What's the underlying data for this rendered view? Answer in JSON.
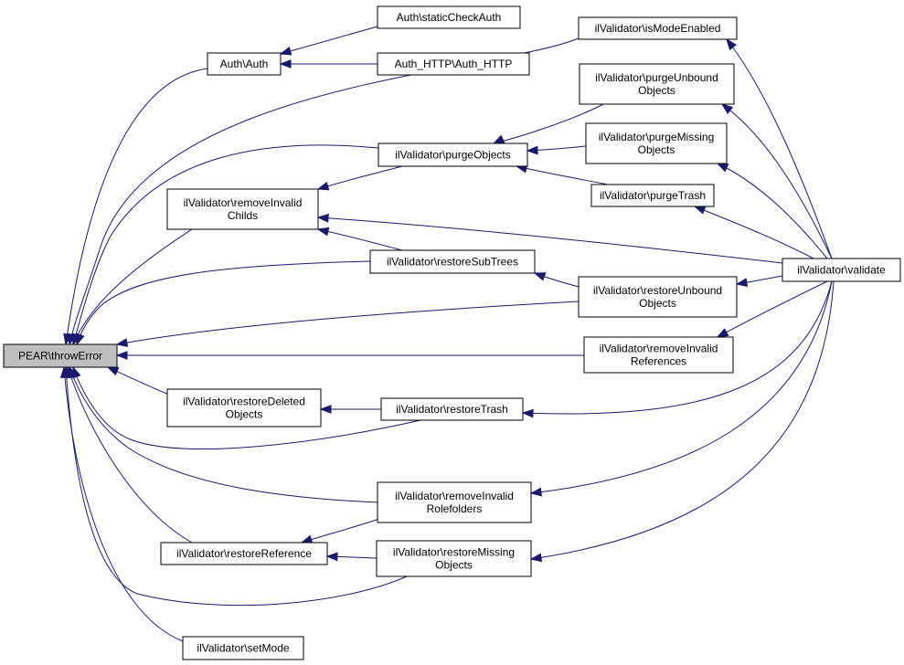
{
  "diagram": {
    "nodes": [
      {
        "id": "throwError",
        "lines": [
          "PEAR\\throwError"
        ],
        "root": true
      },
      {
        "id": "authAuth",
        "lines": [
          "Auth\\Auth"
        ]
      },
      {
        "id": "staticCheckAuth",
        "lines": [
          "Auth\\staticCheckAuth"
        ]
      },
      {
        "id": "authHttp",
        "lines": [
          "Auth_HTTP\\Auth_HTTP"
        ]
      },
      {
        "id": "isModeEnabled",
        "lines": [
          "ilValidator\\isModeEnabled"
        ]
      },
      {
        "id": "purgeUnbound",
        "lines": [
          "ilValidator\\purgeUnbound",
          "Objects"
        ]
      },
      {
        "id": "purgeObjects",
        "lines": [
          "ilValidator\\purgeObjects"
        ]
      },
      {
        "id": "purgeMissing",
        "lines": [
          "ilValidator\\purgeMissing",
          "Objects"
        ]
      },
      {
        "id": "removeInvalidChilds",
        "lines": [
          "ilValidator\\removeInvalid",
          "Childs"
        ]
      },
      {
        "id": "purgeTrash",
        "lines": [
          "ilValidator\\purgeTrash"
        ]
      },
      {
        "id": "restoreSubTrees",
        "lines": [
          "ilValidator\\restoreSubTrees"
        ]
      },
      {
        "id": "validate",
        "lines": [
          "ilValidator\\validate"
        ]
      },
      {
        "id": "restoreUnbound",
        "lines": [
          "ilValidator\\restoreUnbound",
          "Objects"
        ]
      },
      {
        "id": "removeInvalidReferences",
        "lines": [
          "ilValidator\\removeInvalid",
          "References"
        ]
      },
      {
        "id": "restoreDeleted",
        "lines": [
          "ilValidator\\restoreDeleted",
          "Objects"
        ]
      },
      {
        "id": "restoreTrash",
        "lines": [
          "ilValidator\\restoreTrash"
        ]
      },
      {
        "id": "removeInvalidRolefolders",
        "lines": [
          "ilValidator\\removeInvalid",
          "Rolefolders"
        ]
      },
      {
        "id": "restoreReference",
        "lines": [
          "ilValidator\\restoreReference"
        ]
      },
      {
        "id": "restoreMissing",
        "lines": [
          "ilValidator\\restoreMissing",
          "Objects"
        ]
      },
      {
        "id": "setMode",
        "lines": [
          "ilValidator\\setMode"
        ]
      }
    ],
    "edges": [
      {
        "from": "authAuth",
        "to": "throwError"
      },
      {
        "from": "staticCheckAuth",
        "to": "authAuth"
      },
      {
        "from": "authHttp",
        "to": "authAuth"
      },
      {
        "from": "isModeEnabled",
        "to": "throwError"
      },
      {
        "from": "validate",
        "to": "isModeEnabled"
      },
      {
        "from": "purgeObjects",
        "to": "throwError"
      },
      {
        "from": "purgeUnbound",
        "to": "purgeObjects"
      },
      {
        "from": "purgeMissing",
        "to": "purgeObjects"
      },
      {
        "from": "purgeTrash",
        "to": "purgeObjects"
      },
      {
        "from": "validate",
        "to": "purgeUnbound"
      },
      {
        "from": "validate",
        "to": "purgeMissing"
      },
      {
        "from": "validate",
        "to": "purgeTrash"
      },
      {
        "from": "removeInvalidChilds",
        "to": "throwError"
      },
      {
        "from": "purgeObjects",
        "to": "removeInvalidChilds"
      },
      {
        "from": "restoreSubTrees",
        "to": "removeInvalidChilds"
      },
      {
        "from": "validate",
        "to": "removeInvalidChilds"
      },
      {
        "from": "restoreSubTrees",
        "to": "throwError"
      },
      {
        "from": "restoreUnbound",
        "to": "restoreSubTrees"
      },
      {
        "from": "restoreUnbound",
        "to": "throwError"
      },
      {
        "from": "validate",
        "to": "restoreUnbound"
      },
      {
        "from": "removeInvalidReferences",
        "to": "throwError"
      },
      {
        "from": "validate",
        "to": "removeInvalidReferences"
      },
      {
        "from": "restoreDeleted",
        "to": "throwError"
      },
      {
        "from": "restoreTrash",
        "to": "restoreDeleted"
      },
      {
        "from": "restoreTrash",
        "to": "throwError"
      },
      {
        "from": "validate",
        "to": "restoreTrash"
      },
      {
        "from": "removeInvalidRolefolders",
        "to": "throwError"
      },
      {
        "from": "validate",
        "to": "removeInvalidRolefolders"
      },
      {
        "from": "restoreReference",
        "to": "throwError"
      },
      {
        "from": "removeInvalidRolefolders",
        "to": "restoreReference"
      },
      {
        "from": "restoreMissing",
        "to": "restoreReference"
      },
      {
        "from": "restoreMissing",
        "to": "throwError"
      },
      {
        "from": "validate",
        "to": "restoreMissing"
      },
      {
        "from": "setMode",
        "to": "throwError"
      }
    ]
  }
}
